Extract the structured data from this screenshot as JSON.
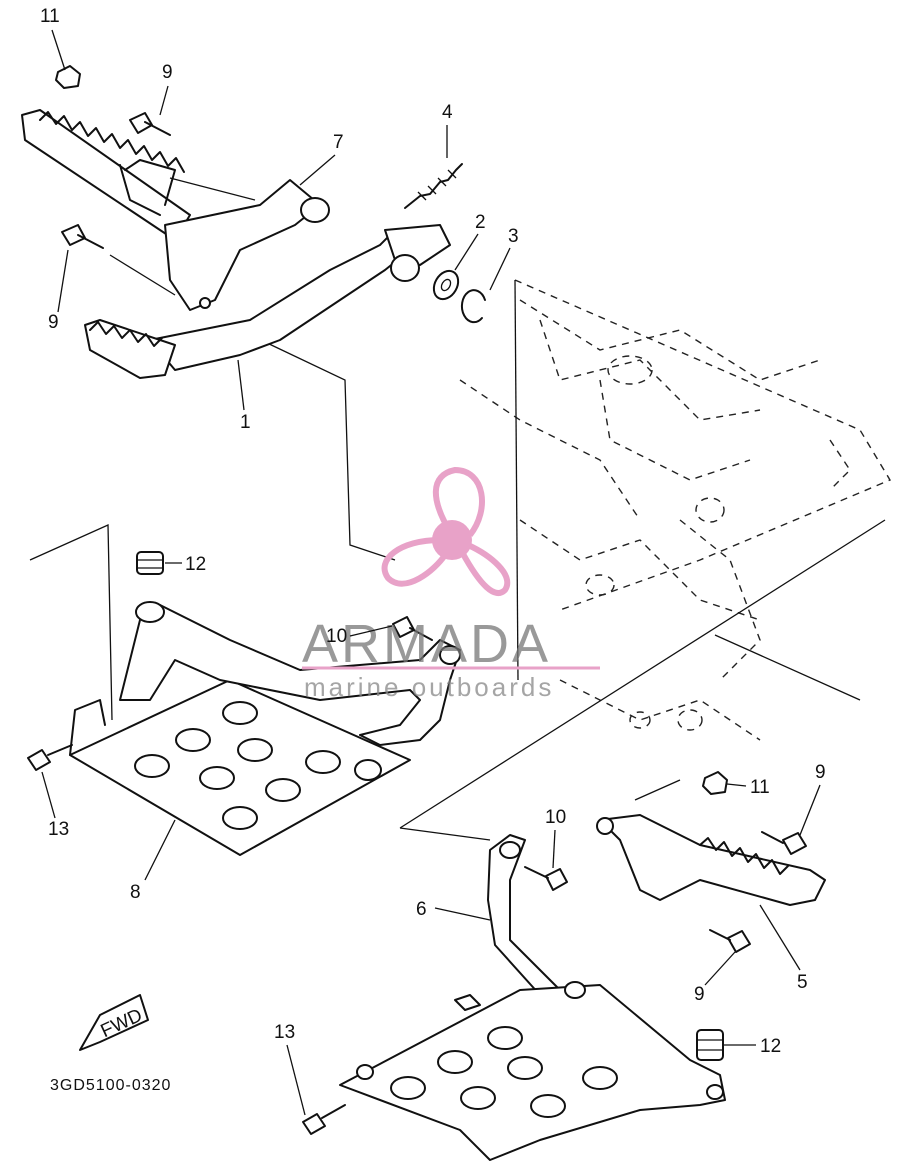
{
  "diagram": {
    "code": "3GD5100-0320",
    "fwd_label": "FWD",
    "callouts": [
      {
        "id": "c11a",
        "text": "11"
      },
      {
        "id": "c9a",
        "text": "9"
      },
      {
        "id": "c7",
        "text": "7"
      },
      {
        "id": "c4",
        "text": "4"
      },
      {
        "id": "c2",
        "text": "2"
      },
      {
        "id": "c3",
        "text": "3"
      },
      {
        "id": "c9b",
        "text": "9"
      },
      {
        "id": "c1",
        "text": "1"
      },
      {
        "id": "c12a",
        "text": "12"
      },
      {
        "id": "c10a",
        "text": "10"
      },
      {
        "id": "c13a",
        "text": "13"
      },
      {
        "id": "c8",
        "text": "8"
      },
      {
        "id": "c10b",
        "text": "10"
      },
      {
        "id": "c11b",
        "text": "11"
      },
      {
        "id": "c9c",
        "text": "9"
      },
      {
        "id": "c6",
        "text": "6"
      },
      {
        "id": "c9d",
        "text": "9"
      },
      {
        "id": "c5",
        "text": "5"
      },
      {
        "id": "c13b",
        "text": "13"
      },
      {
        "id": "c12b",
        "text": "12"
      }
    ]
  },
  "watermark": {
    "brand": "ARMADA",
    "tagline": "marine outboards",
    "color": "#e8a2c8"
  }
}
